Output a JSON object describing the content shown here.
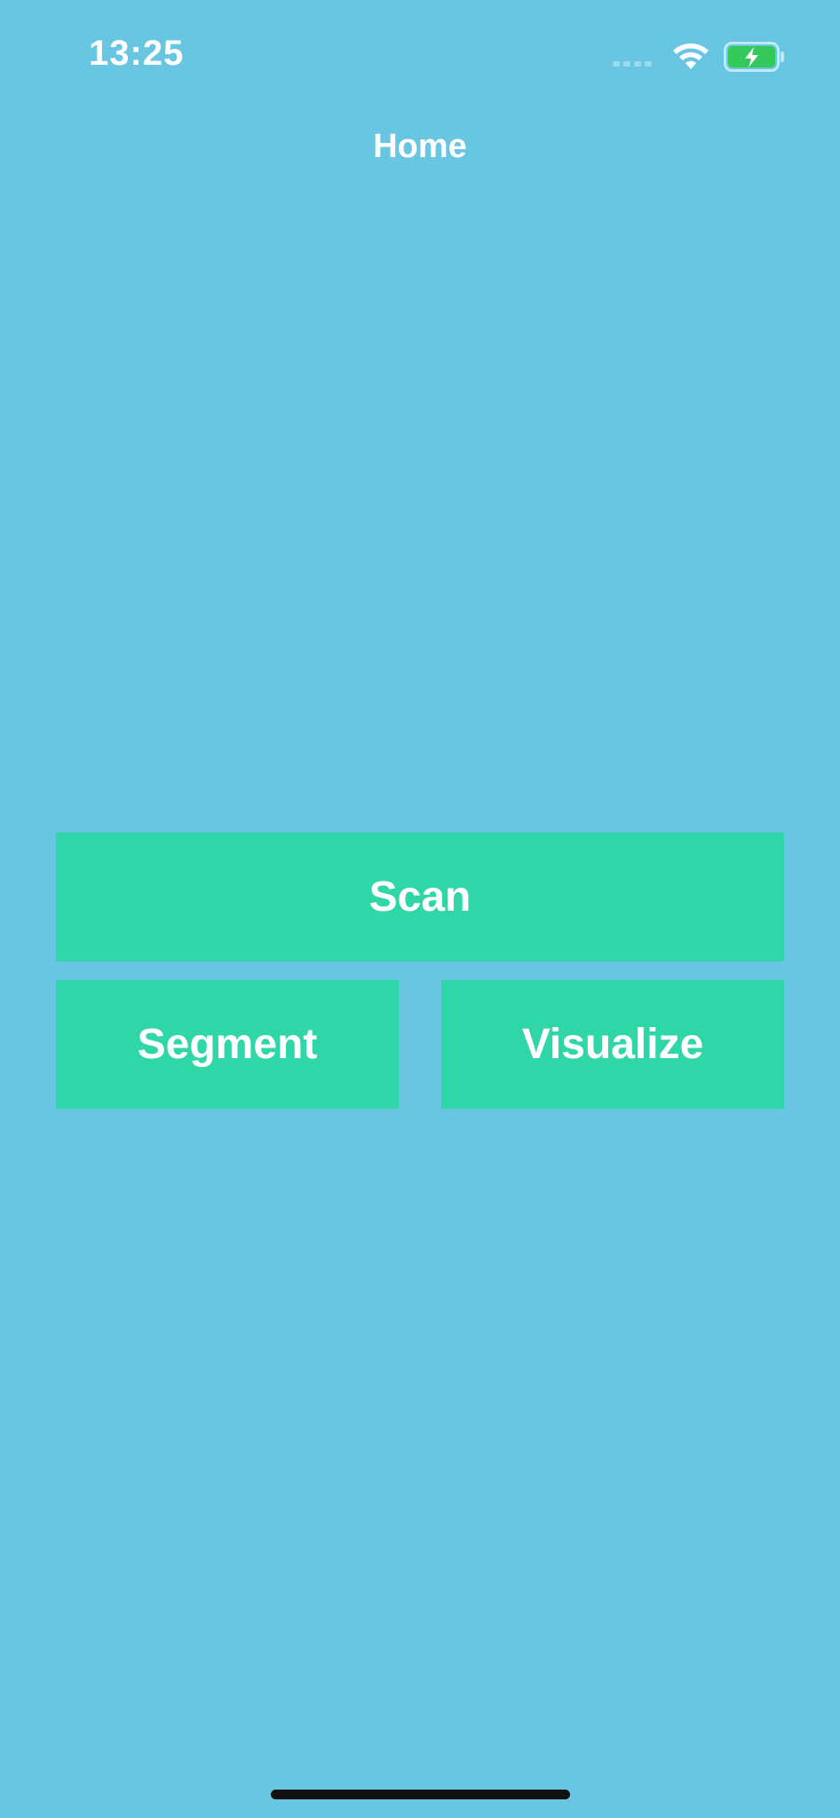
{
  "status_bar": {
    "time": "13:25",
    "icons": [
      "cellular-signal-icon",
      "wifi-icon",
      "battery-charging-icon"
    ]
  },
  "nav": {
    "title": "Home"
  },
  "buttons": {
    "scan": "Scan",
    "segment": "Segment",
    "visualize": "Visualize"
  },
  "colors": {
    "background": "#69c6e3",
    "button": "#2fd7a8",
    "text": "#ffffff",
    "battery_fill": "#34c759"
  }
}
